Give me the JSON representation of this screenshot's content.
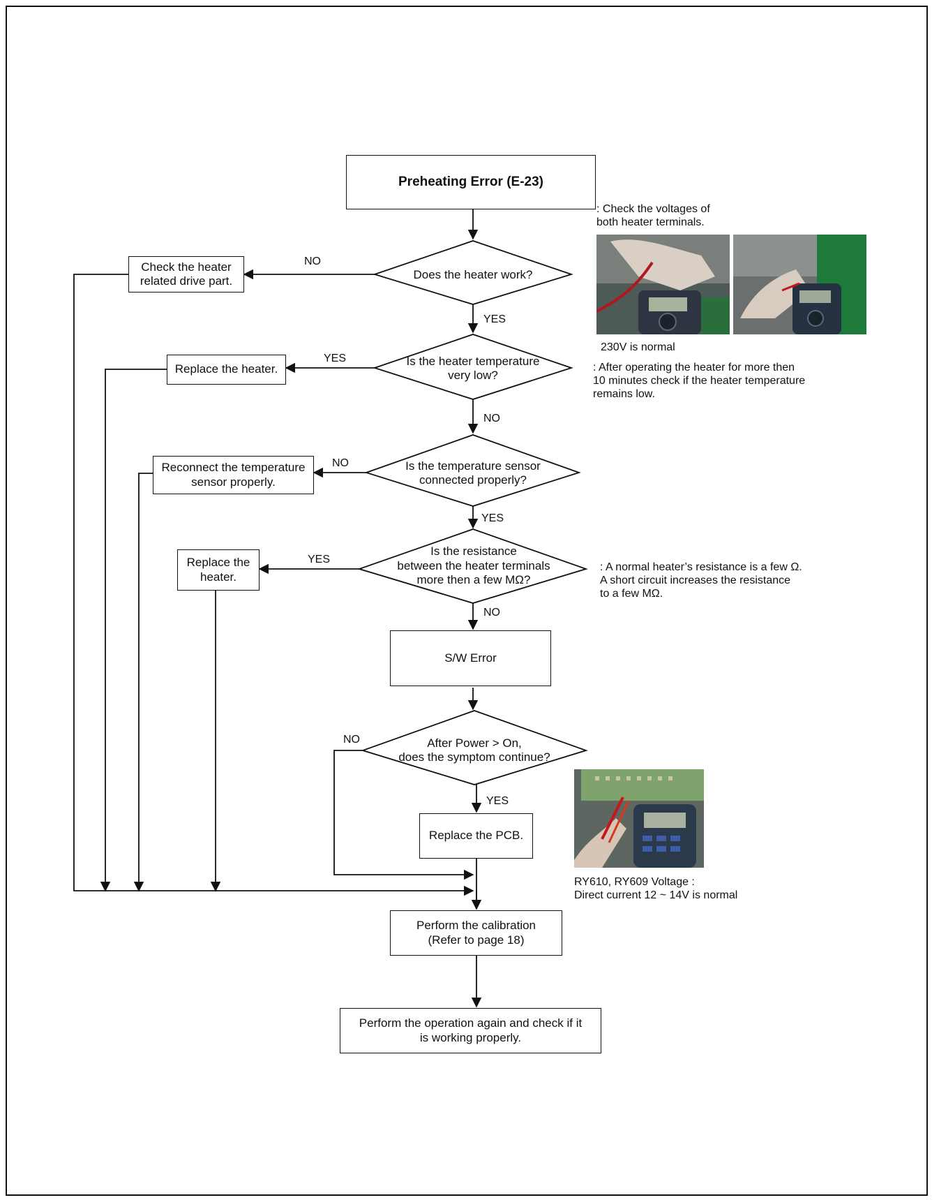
{
  "title": "Preheating Error (E-23)",
  "questions": {
    "q1": "Does the heater work?",
    "q2": "Is the heater temperature\nvery low?",
    "q3": "Is the temperature sensor\nconnected properly?",
    "q4": "Is the resistance\nbetween the heater terminals\nmore then a few MΩ?",
    "q5": "After Power > On,\ndoes the symptom continue?"
  },
  "actions": {
    "check_drive": "Check the heater\nrelated drive part.",
    "replace_heater_1": "Replace the heater.",
    "reconnect_sensor": "Reconnect the temperature\nsensor properly.",
    "replace_heater_2": "Replace the\nheater.",
    "sw_error": "S/W Error",
    "replace_pcb": "Replace the PCB.",
    "calibration": "Perform the calibration\n(Refer to page 18)",
    "final": "Perform the operation again and check if it\nis working properly."
  },
  "labels": {
    "q1_left": "NO",
    "q1_down": "YES",
    "q2_left": "YES",
    "q2_down": "NO",
    "q3_left": "NO",
    "q3_down": "YES",
    "q4_left": "YES",
    "q4_down": "NO",
    "q5_left": "NO",
    "q5_down": "YES"
  },
  "notes": {
    "voltage_check": ": Check the voltages of\n  both heater terminals.",
    "voltage_normal": "230V is normal",
    "temp_check": ": After operating the heater for more then\n  10 minutes check if the heater temperature\n  remains low.",
    "resistance": ": A normal heater’s resistance is a few Ω.\n  A short circuit increases the resistance\n  to a few MΩ.",
    "pcb_voltage": "RY610, RY609 Voltage :\nDirect current 12 ~ 14V is normal"
  },
  "photos": {
    "meter_left": "multimeter-photo",
    "meter_right": "multimeter-photo",
    "pcb_meter": "pcb-multimeter-photo"
  }
}
